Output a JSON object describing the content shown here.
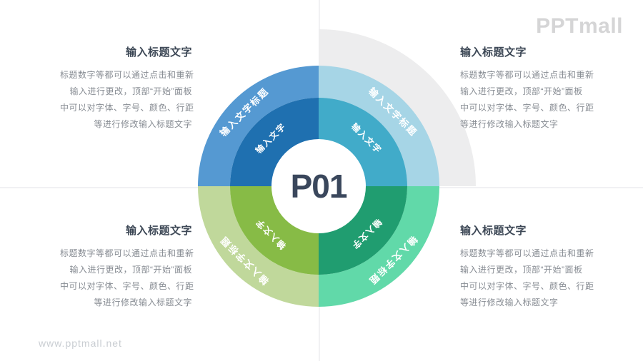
{
  "logo": {
    "text": "PPTmall"
  },
  "footer": {
    "url": "www.pptmall.net"
  },
  "center": {
    "label": "P01"
  },
  "decor": {
    "quarter_disc_color": "#ededee",
    "divider_color": "#f1f1f3"
  },
  "colors": {
    "heading_text": "#3d4856",
    "body_text": "#878c93",
    "center_text": "#3a475c",
    "watermark": "#d5d5d6"
  },
  "ring": {
    "quadrants": [
      {
        "position": "top-left",
        "outer_label": "输入文字标题",
        "inner_label": "输入文字",
        "outer_color": "#5599d2",
        "inner_color": "#1f70b0"
      },
      {
        "position": "top-right",
        "outer_label": "输入文字标题",
        "inner_label": "输入文字",
        "outer_color": "#a6d5e6",
        "inner_color": "#41abc9"
      },
      {
        "position": "bottom-right",
        "outer_label": "输入文字标题",
        "inner_label": "输入文字",
        "outer_color": "#61d9a9",
        "inner_color": "#209d70"
      },
      {
        "position": "bottom-left",
        "outer_label": "输入文字标题",
        "inner_label": "输入文字",
        "outer_color": "#c0d89b",
        "inner_color": "#87bb46"
      }
    ]
  },
  "sections": [
    {
      "position": "top-left",
      "title": "输入标题文字",
      "body": [
        "标题数字等都可以通过点击和重新",
        "输入进行更改，顶部“开始”面板",
        "中可以对字体、字号、颜色、行距",
        "等进行修改输入标题文字"
      ]
    },
    {
      "position": "top-right",
      "title": "输入标题文字",
      "body": [
        "标题数字等都可以通过点击和重新",
        "输入进行更改，顶部“开始”面板",
        "中可以对字体、字号、颜色、行距",
        "等进行修改输入标题文字"
      ]
    },
    {
      "position": "bottom-left",
      "title": "输入标题文字",
      "body": [
        "标题数字等都可以通过点击和重新",
        "输入进行更改，顶部“开始”面板",
        "中可以对字体、字号、颜色、行距",
        "等进行修改输入标题文字"
      ]
    },
    {
      "position": "bottom-right",
      "title": "输入标题文字",
      "body": [
        "标题数字等都可以通过点击和重新",
        "输入进行更改，顶部“开始”面板",
        "中可以对字体、字号、颜色、行距",
        "等进行修改输入标题文字"
      ]
    }
  ]
}
